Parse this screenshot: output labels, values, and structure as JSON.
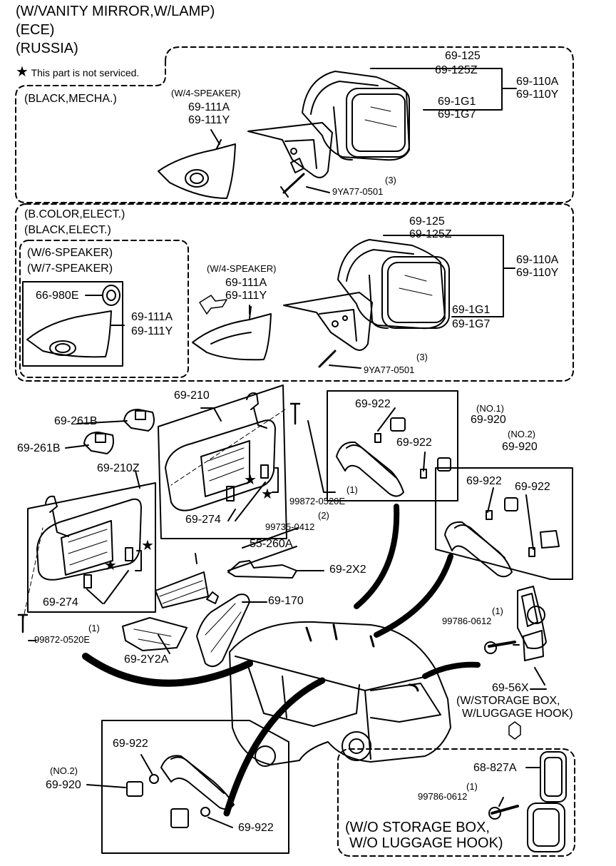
{
  "header": {
    "line1": "(W/VANITY MIRROR,W/LAMP)",
    "line2": "(ECE)",
    "line3": "(RUSSIA)",
    "note_star": "★",
    "note_text": "This part is not serviced."
  },
  "groups": {
    "black_mecha": "(BLACK,MECHA.)",
    "b_color_elect": "(B.COLOR,ELECT.)",
    "black_elect": "(BLACK,ELECT.)",
    "w6_speaker": "(W/6-SPEAKER)",
    "w7_speaker": "(W/7-SPEAKER)",
    "w4_speaker_a": "(W/4-SPEAKER)",
    "w4_speaker_b": "(W/4-SPEAKER)",
    "no1": "(NO.1)",
    "no2_right": "(NO.2)",
    "no2_bottom": "(NO.2)",
    "storage_box_1": "(W/STORAGE BOX,",
    "storage_box_2": "W/LUGGAGE HOOK)",
    "no_storage_1": "(W/O STORAGE BOX,",
    "no_storage_2": "W/O LUGGAGE HOOK)"
  },
  "parts": {
    "p69_125_a": "69-125",
    "p69_125z_a": "69-125Z",
    "p69_110a_a": "69-110A",
    "p69_110y_a": "69-110Y",
    "p69_1g1_a": "69-1G1",
    "p69_1g7_a": "69-1G7",
    "p69_111a_a": "69-111A",
    "p69_111y_a": "69-111Y",
    "p9ya77_a": "9YA77-0501",
    "q3_a": "(3)",
    "p69_125_b": "69-125",
    "p69_125z_b": "69-125Z",
    "p69_110a_b": "69-110A",
    "p69_110y_b": "69-110Y",
    "p69_1g1_b": "69-1G1",
    "p69_1g7_b": "69-1G7",
    "p69_111a_b": "69-111A",
    "p69_111y_b": "69-111Y",
    "p69_111a_c": "69-111A",
    "p69_111y_c": "69-111Y",
    "p66_980e": "66-980E",
    "p9ya77_b": "9YA77-0501",
    "q3_b": "(3)",
    "p69_210": "69-210",
    "p69_261b_a": "69-261B",
    "p69_261b_b": "69-261B",
    "p69_210z": "69-210Z",
    "p69_274_a": "69-274",
    "p69_274_b": "69-274",
    "p99872_a": "99872-0520E",
    "q1_a": "(1)",
    "p99872_b": "99872-0520E",
    "q1_b": "(1)",
    "p99735": "99735-0412",
    "q2": "(2)",
    "p55_260a": "55-260A",
    "p69_2x2": "69-2X2",
    "p69_170": "69-170",
    "p69_2y2a": "69-2Y2A",
    "p69_922_a": "69-922",
    "p69_922_b": "69-922",
    "p69_920_a": "69-920",
    "p69_920_b": "69-920",
    "p69_922_c": "69-922",
    "p69_922_d": "69-922",
    "p99786_a": "99786-0612",
    "q1_c": "(1)",
    "p69_56x": "69-56X",
    "p69_922_e": "69-922",
    "p69_922_f": "69-922",
    "p69_920_c": "69-920",
    "p68_827a": "68-827A",
    "p99786_b": "99786-0612",
    "q1_d": "(1)"
  }
}
